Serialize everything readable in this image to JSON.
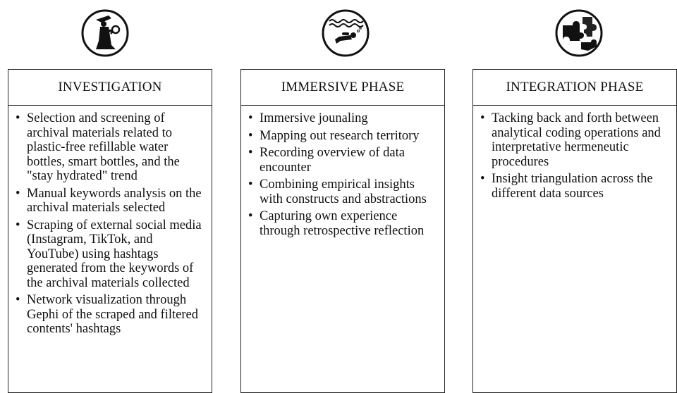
{
  "columns": [
    {
      "id": "investigation",
      "icon": "detective-icon",
      "header": "INVESTIGATION",
      "items": [
        " Selection and screening of archival materials related to plastic-free refillable water bottles, smart bottles, and the \"stay hydrated\" trend",
        " Manual keywords analysis on the archival materials selected",
        " Scraping of external social media (Instagram, TikTok, and YouTube) using  hashtags generated from the keywords of the archival materials collected",
        "Network visualization through Gephi of the scraped and filtered contents' hashtags"
      ]
    },
    {
      "id": "immersive",
      "icon": "scuba-diver-icon",
      "header": "IMMERSIVE PHASE",
      "items": [
        "Immersive jounaling",
        "Mapping out research territory",
        "Recording overview of data encounter",
        "Combining empirical insights with constructs and abstractions",
        "Capturing own experience through retrospective reflection"
      ]
    },
    {
      "id": "integration",
      "icon": "puzzle-icon",
      "header": "INTEGRATION PHASE",
      "items": [
        "Tacking back and forth between analytical coding operations and interpretative hermeneutic procedures",
        " Insight triangulation across the different data sources"
      ]
    }
  ]
}
